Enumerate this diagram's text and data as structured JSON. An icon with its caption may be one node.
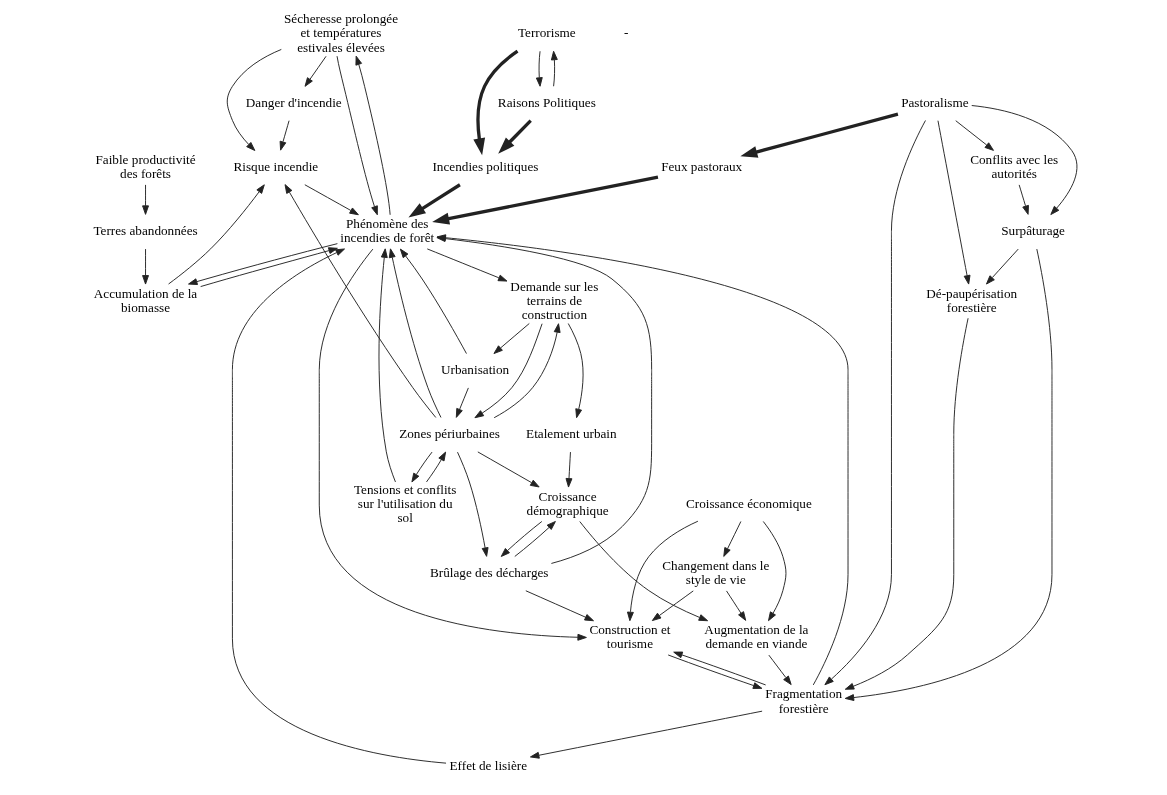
{
  "diagram": {
    "nodes": [
      {
        "text": [
          "Sécheresse prolongée et températures estivales élevées"
        ]
      },
      {
        "text": [
          "Faible productivité des forêts"
        ]
      },
      {
        "text": [
          "Terres abandonnées"
        ]
      },
      {
        "text": [
          "Danger d'incendie"
        ]
      },
      {
        "text": [
          "Risque incendie"
        ]
      },
      {
        "text": [
          "Accumulation de la biomasse"
        ]
      },
      {
        "text": [
          "Terrorisme"
        ]
      },
      {
        "text": [
          "Demande sur les terrains de construction"
        ]
      },
      {
        "text": [
          "Urbanisation"
        ]
      },
      {
        "text": [
          "Incendies politiques"
        ]
      },
      {
        "text": [
          "Raisons Politiques"
        ]
      },
      {
        "text": [
          "Phénomène des incendies de forêt"
        ]
      },
      {
        "text": [
          "Feux pastoraux"
        ]
      },
      {
        "text": [
          "Pastoralisme"
        ]
      },
      {
        "text": [
          "Etalement urbain"
        ]
      },
      {
        "text": [
          "Zones périurbaines"
        ]
      },
      {
        "text": [
          "Tensions et conflits sur l'utilisation du sol"
        ]
      },
      {
        "text": [
          "Effet de lisière"
        ]
      },
      {
        "text": [
          "Conflits avec les autorités"
        ]
      },
      {
        "text": [
          "Construction et tourisme"
        ]
      },
      {
        "text": [
          "Brûlage des décharges"
        ]
      },
      {
        "text": [
          "Surpâturage"
        ]
      },
      {
        "text": [
          "Changement dans le style de vie"
        ]
      },
      {
        "text": [
          "Croissance démographique"
        ]
      },
      {
        "text": [
          "Fragmentation forestière"
        ]
      },
      {
        "text": [
          "Dé-paupérisation forestière"
        ]
      },
      {
        "text": [
          "Croissance économique"
        ]
      },
      {
        "text": [
          "Augmentation de la demande en viande"
        ]
      }
    ],
    "edges": [
      {
        "from": 0,
        "to": 3,
        "arrow": "to"
      },
      {
        "from": 0,
        "to": 4,
        "arrow": "to"
      },
      {
        "from": 0,
        "to": 11,
        "arrow": "to"
      },
      {
        "from": 3,
        "to": 4,
        "arrow": "to"
      },
      {
        "from": 15,
        "to": 4,
        "arrow": "to"
      },
      {
        "from": 5,
        "to": 4,
        "arrow": "to"
      },
      {
        "from": 11,
        "to": 0,
        "arrow": "to"
      },
      {
        "from": 4,
        "to": 11,
        "arrow": "to"
      },
      {
        "from": 8,
        "to": 11,
        "arrow": "to"
      },
      {
        "from": 8,
        "to": 15,
        "arrow": "to"
      },
      {
        "from": 7,
        "to": 8,
        "arrow": "to"
      },
      {
        "from": 11,
        "to": 7,
        "arrow": "to"
      },
      {
        "from": 15,
        "to": 11,
        "arrow": "to"
      },
      {
        "from": 16,
        "to": 11,
        "arrow": "to"
      },
      {
        "from": 7,
        "to": 15,
        "arrow": "to"
      },
      {
        "from": 15,
        "to": 7,
        "arrow": "to"
      },
      {
        "from": 7,
        "to": 14,
        "arrow": "to"
      },
      {
        "from": 14,
        "to": 23,
        "arrow": "to"
      },
      {
        "from": 15,
        "to": 23,
        "arrow": "to"
      },
      {
        "from": 15,
        "to": 20,
        "arrow": "to"
      },
      {
        "from": 16,
        "to": 15,
        "arrow": "to"
      },
      {
        "from": 15,
        "to": 16,
        "arrow": "to"
      },
      {
        "from": 20,
        "to": 23,
        "arrow": "to"
      },
      {
        "from": 23,
        "to": 20,
        "arrow": "to"
      },
      {
        "from": 20,
        "to": 19,
        "arrow": "to"
      },
      {
        "from": 20,
        "to": 11,
        "arrow": "to"
      },
      {
        "from": 11,
        "to": 19,
        "arrow": "to"
      },
      {
        "from": 26,
        "to": 19,
        "arrow": "to"
      },
      {
        "from": 22,
        "to": 19,
        "arrow": "to"
      },
      {
        "from": 26,
        "to": 22,
        "arrow": "to"
      },
      {
        "from": 23,
        "to": 27,
        "arrow": "to"
      },
      {
        "from": 26,
        "to": 27,
        "arrow": "to"
      },
      {
        "from": 22,
        "to": 27,
        "arrow": "to"
      },
      {
        "from": 19,
        "to": 24,
        "arrow": "to"
      },
      {
        "from": 24,
        "to": 19,
        "arrow": "to"
      },
      {
        "from": 27,
        "to": 24,
        "arrow": "to"
      },
      {
        "from": 24,
        "to": 11,
        "arrow": "to"
      },
      {
        "from": 24,
        "to": 17,
        "arrow": "to"
      },
      {
        "from": 17,
        "to": 11,
        "arrow": "to"
      },
      {
        "from": 13,
        "to": 12,
        "arrow": "to",
        "style": "thick"
      },
      {
        "from": 12,
        "to": 11,
        "arrow": "to",
        "style": "thick"
      },
      {
        "from": 13,
        "to": 24,
        "arrow": "to"
      },
      {
        "from": 13,
        "to": 18,
        "arrow": "to"
      },
      {
        "from": 13,
        "to": 21,
        "arrow": "to"
      },
      {
        "from": 13,
        "to": 25,
        "arrow": "to"
      },
      {
        "from": 18,
        "to": 21,
        "arrow": "to"
      },
      {
        "from": 21,
        "to": 24,
        "arrow": "to"
      },
      {
        "from": 21,
        "to": 25,
        "arrow": "to"
      },
      {
        "from": 25,
        "to": 24,
        "arrow": "to"
      },
      {
        "from": 1,
        "to": 2,
        "arrow": "to"
      },
      {
        "from": 2,
        "to": 5,
        "arrow": "to"
      },
      {
        "from": 11,
        "to": 5,
        "arrow": "to"
      },
      {
        "from": 5,
        "to": 11,
        "arrow": "to"
      },
      {
        "from": 6,
        "to": 9,
        "arrow": "to",
        "style": "thick"
      },
      {
        "from": 10,
        "to": 9,
        "arrow": "to",
        "style": "thick"
      },
      {
        "from": 10,
        "to": 6,
        "arrow": "to"
      },
      {
        "from": 6,
        "to": 10,
        "arrow": "to"
      },
      {
        "from": 9,
        "to": 11,
        "arrow": "to",
        "style": "thick"
      }
    ],
    "labels": [
      "-"
    ]
  }
}
